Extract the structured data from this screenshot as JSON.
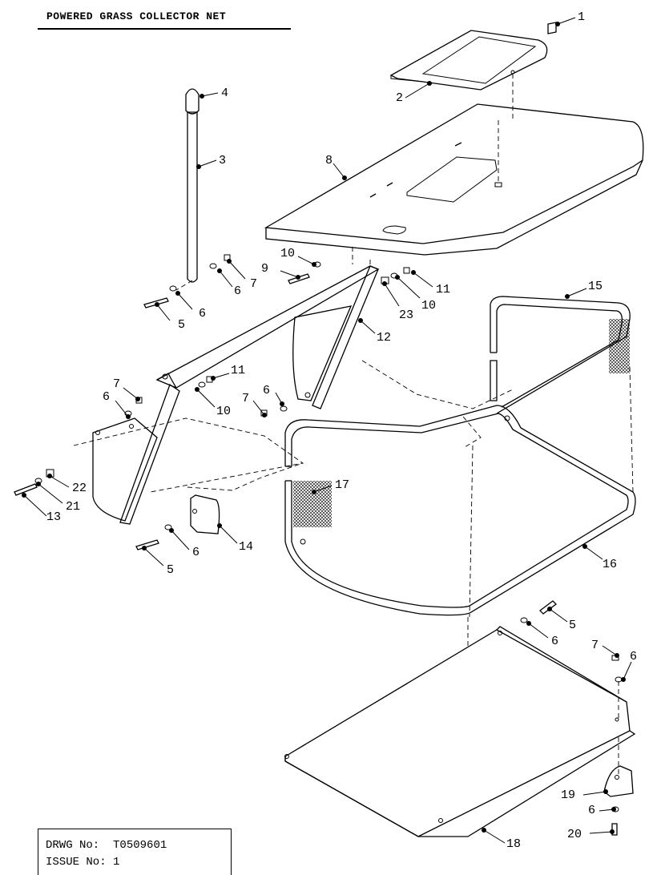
{
  "drawing": {
    "title": "POWERED GRASS COLLECTOR NET",
    "drawing_number_label": "DRWG No:",
    "drawing_number": "T0509601",
    "issue_label": "ISSUE No:",
    "issue": "1"
  },
  "callouts": [
    {
      "id": "c1",
      "text": "1"
    },
    {
      "id": "c2",
      "text": "2"
    },
    {
      "id": "c3",
      "text": "3"
    },
    {
      "id": "c4",
      "text": "4"
    },
    {
      "id": "c5a",
      "text": "5"
    },
    {
      "id": "c6a",
      "text": "6"
    },
    {
      "id": "c6b",
      "text": "6"
    },
    {
      "id": "c7a",
      "text": "7"
    },
    {
      "id": "c8",
      "text": "8"
    },
    {
      "id": "c9",
      "text": "9"
    },
    {
      "id": "c10a",
      "text": "10"
    },
    {
      "id": "c11a",
      "text": "11"
    },
    {
      "id": "c23",
      "text": "23"
    },
    {
      "id": "c10b",
      "text": "10"
    },
    {
      "id": "c12",
      "text": "12"
    },
    {
      "id": "c15",
      "text": "15"
    },
    {
      "id": "c11b",
      "text": "11"
    },
    {
      "id": "c7b",
      "text": "7"
    },
    {
      "id": "c6c",
      "text": "6"
    },
    {
      "id": "c10c",
      "text": "10"
    },
    {
      "id": "c6d",
      "text": "6"
    },
    {
      "id": "c7c",
      "text": "7"
    },
    {
      "id": "c22",
      "text": "22"
    },
    {
      "id": "c21",
      "text": "21"
    },
    {
      "id": "c13",
      "text": "13"
    },
    {
      "id": "c17",
      "text": "17"
    },
    {
      "id": "c6e",
      "text": "6"
    },
    {
      "id": "c14",
      "text": "14"
    },
    {
      "id": "c5b",
      "text": "5"
    },
    {
      "id": "c16",
      "text": "16"
    },
    {
      "id": "c5c",
      "text": "5"
    },
    {
      "id": "c6f",
      "text": "6"
    },
    {
      "id": "c7d",
      "text": "7"
    },
    {
      "id": "c6g",
      "text": "6"
    },
    {
      "id": "c19",
      "text": "19"
    },
    {
      "id": "c6h",
      "text": "6"
    },
    {
      "id": "c20",
      "text": "20"
    },
    {
      "id": "c18",
      "text": "18"
    }
  ]
}
